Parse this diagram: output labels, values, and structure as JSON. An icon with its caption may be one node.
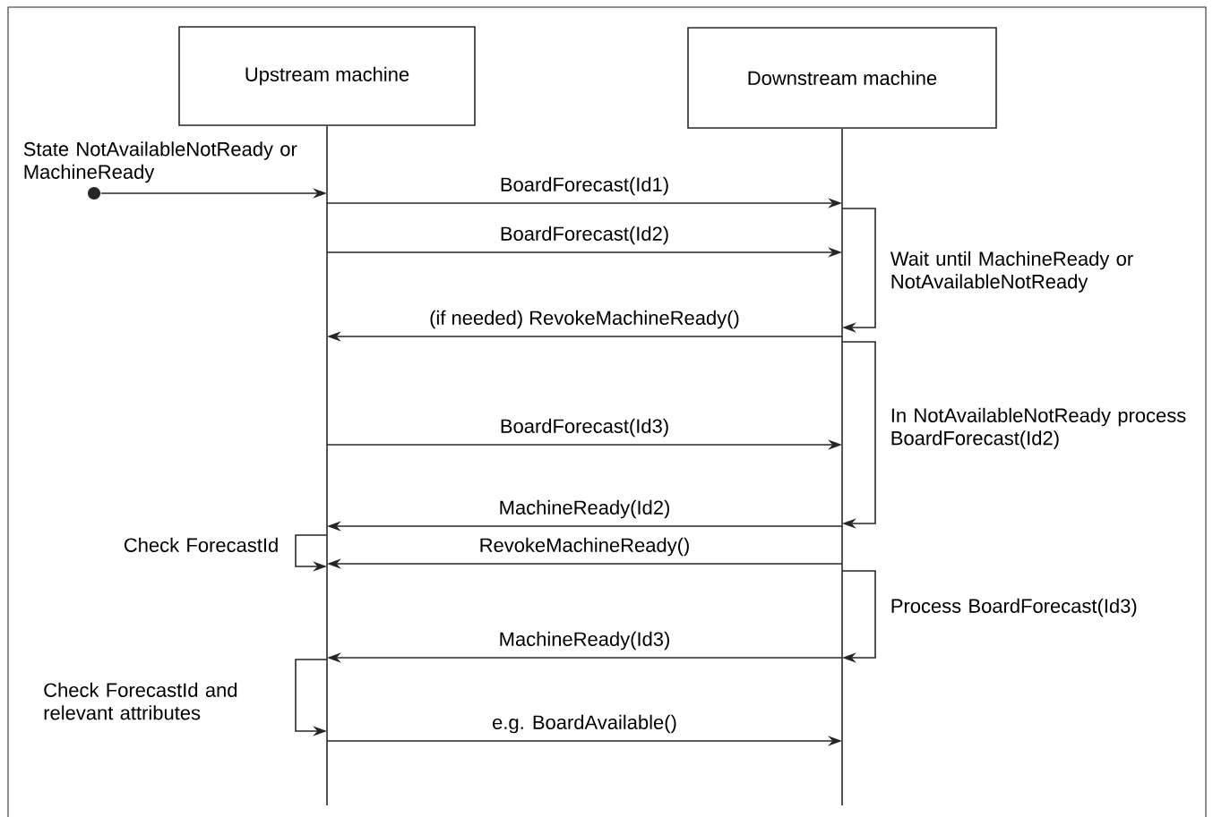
{
  "diagram": {
    "nodes": [
      {
        "text": [
          "Upstream machine"
        ]
      },
      {
        "text": [
          "Downstream machine"
        ]
      },
      {
        "text": [],
        "shape": "circle",
        "beside": [
          "State NotAvailableNotReady or MachineReady"
        ]
      }
    ],
    "edges": [
      {
        "from": 2,
        "to": 0,
        "arrow": "to"
      },
      {
        "from": 0,
        "to": 1,
        "arrow": "to",
        "label": "BoardForecast(Id1)"
      },
      {
        "from": 0,
        "to": 1,
        "arrow": "to",
        "label": "BoardForecast(Id2)"
      },
      {
        "from": 1,
        "to": 1,
        "arrow": "to",
        "label": "Wait until MachineReady or NotAvailableNotReady"
      },
      {
        "from": 1,
        "to": 0,
        "arrow": "to",
        "label": "(if needed) RevokeMachineReady()"
      },
      {
        "from": 1,
        "to": 1,
        "arrow": "to",
        "label": "In NotAvailableNotReady process BoardForecast(Id2)"
      },
      {
        "from": 0,
        "to": 1,
        "arrow": "to",
        "label": "BoardForecast(Id3)"
      },
      {
        "from": 1,
        "to": 0,
        "arrow": "to",
        "label": "MachineReady(Id2)"
      },
      {
        "from": 0,
        "to": 0,
        "arrow": "to",
        "label": "Check ForecastId"
      },
      {
        "from": 1,
        "to": 0,
        "arrow": "to",
        "label": "RevokeMachineReady()"
      },
      {
        "from": 1,
        "to": 1,
        "arrow": "to",
        "label": "Process BoardForecast(Id3)"
      },
      {
        "from": 1,
        "to": 0,
        "arrow": "to",
        "label": "MachineReady(Id3)"
      },
      {
        "from": 0,
        "to": 0,
        "arrow": "to",
        "label": "Check ForecastId and relevant attributes"
      },
      {
        "from": 0,
        "to": 1,
        "arrow": "to",
        "label": "e.g. BoardAvailable()"
      }
    ]
  }
}
